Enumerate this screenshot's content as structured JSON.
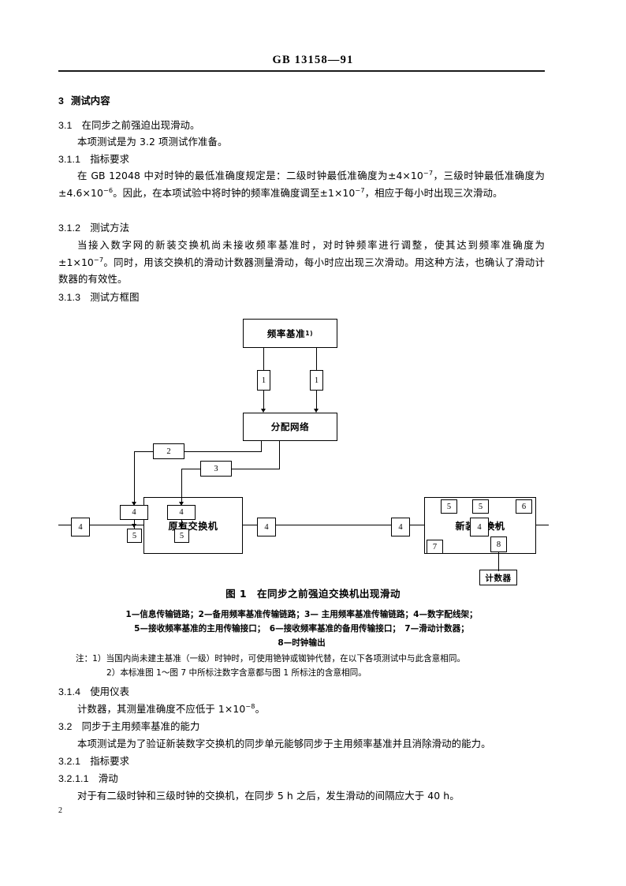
{
  "header": {
    "standard_id": "GB 13158—91"
  },
  "page_number": "2",
  "sections": [
    {
      "id": "s3",
      "number": "3",
      "title": "测试内容"
    },
    {
      "id": "s31",
      "number": "3.1",
      "title": "在同步之前强迫出现滑动。"
    },
    {
      "id": "s311",
      "number": "3.1.1",
      "title": "指标要求"
    },
    {
      "id": "s312",
      "number": "3.1.2",
      "title": "测试方法"
    },
    {
      "id": "s313",
      "number": "3.1.3",
      "title": "测试方框图"
    },
    {
      "id": "s314",
      "number": "3.1.4",
      "title": "使用仪表"
    },
    {
      "id": "s32",
      "number": "3.2",
      "title": "同步于主用频率基准的能力"
    },
    {
      "id": "s321",
      "number": "3.2.1",
      "title": "指标要求"
    },
    {
      "id": "s3211",
      "number": "3.2.1.1",
      "title": "滑动"
    }
  ],
  "paragraphs": {
    "p31_intro": "本项测试是为 3.2 项测试作准备。",
    "p311_body_a": "在 GB 12048 中对时钟的最低准确度规定是：二级时钟最低准确度为±4×10",
    "p311_exp_a": "−7",
    "p311_body_b": "，三级时钟最低准确度为±4.6×10",
    "p311_exp_b": "−6",
    "p311_body_c": "。因此，在本项试验中将时钟的频率准确度调至±1×10",
    "p311_exp_c": "−7",
    "p311_body_d": "，相应于每小时出现三次滑动。",
    "p312_body_a": "当接入数字网的新装交换机尚未接收频率基准时，对时钟频率进行调整，使其达到频率准确度为±1×10",
    "p312_exp_a": "−7",
    "p312_body_b": "。同时，用该交换机的滑动计数器测量滑动，每小时应出现三次滑动。用这种方法，也确认了滑动计数器的有效性。",
    "p314_body_a": "计数器，其测量准确度不应低于 1×10",
    "p314_exp_a": "−8",
    "p314_body_b": "。",
    "p32_intro": "本项测试是为了验证新装数字交换机的同步单元能够同步于主用频率基准并且消除滑动的能力。",
    "p3211_body": "对于有二级时钟和三级时钟的交换机，在同步 5 h 之后，发生滑动的间隔应大于 40 h。"
  },
  "figure": {
    "caption": "图 1　在同步之前强迫交换机出现滑动",
    "boxes": {
      "freq_ref": "频率基准",
      "freq_ref_sup": "1)",
      "dist_net": "分配网络",
      "old_switch": "原有交换机",
      "new_switch": "新装交换机",
      "counter": "计数器"
    },
    "node_labels": {
      "n1a": "1",
      "n1b": "1",
      "n2": "2",
      "n3": "3",
      "n4_old_left": "4",
      "n4_old_right": "4",
      "n4_in_left": "4",
      "n4_mid_left": "4",
      "n4_mid_right": "4",
      "n4_out_right": "4",
      "n5_old_left": "5",
      "n5_old_right": "5",
      "n5_new_left": "5",
      "n5_new_mid": "5",
      "n6": "6",
      "n7": "7",
      "n8": "8"
    },
    "legend_line1": "1—信息传输链路；2—备用频率基准传输链路；3— 主用频率基准传输链路；4—数字配线架；",
    "legend_line2": "5—接收频率基准的主用传输接口；　6—接收频率基准的备用传输接口；　7—滑动计数器；",
    "legend_line3": "8—时钟输出"
  },
  "notes": {
    "note1": "注：1）当国内尚未建主基准（一级）时钟时，可使用铯钟或铷钟代替，在以下各项测试中与此含意相同。",
    "note2": "2）本标准图 1～图 7 中所标注数字含意都与图 1 所标注的含意相同。"
  }
}
